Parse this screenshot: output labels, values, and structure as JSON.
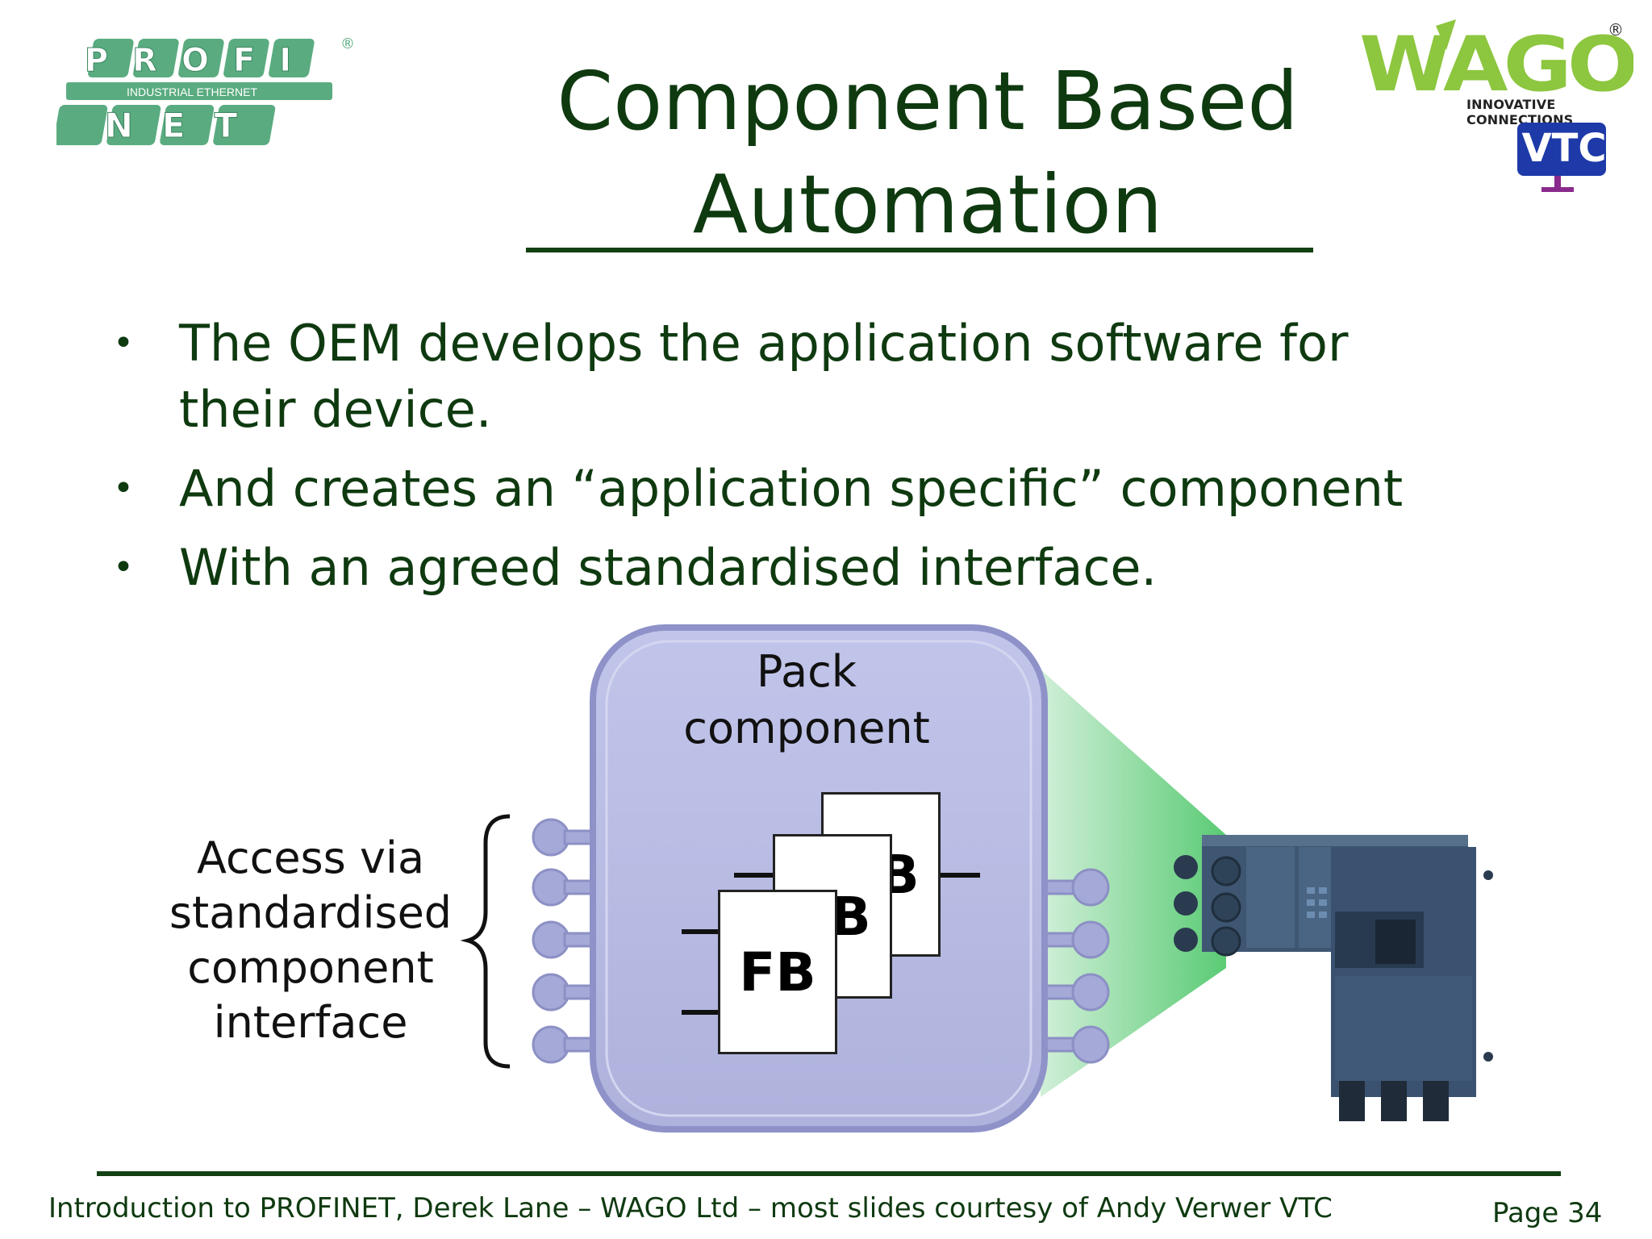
{
  "title": {
    "line1": "Component Based",
    "line2": "Automation"
  },
  "bullets": [
    "The OEM develops the application software for their device.",
    "And creates an “application specific” component",
    "With an agreed standardised interface."
  ],
  "bullet_glyph": "•",
  "diagram": {
    "pack_title_line1": "Pack",
    "pack_title_line2": "component",
    "fb_labels": [
      "FB",
      "FB",
      "FB"
    ],
    "access_line1": "Access via",
    "access_line2": "standardised",
    "access_line3": "component",
    "access_line4": "interface"
  },
  "logos": {
    "profinet_top": "PROFI",
    "profinet_band": "INDUSTRIAL ETHERNET",
    "profinet_bottom": "NET",
    "wago_text": "WAGO",
    "wago_sub": "INNOVATIVE CONNECTIONS",
    "vtc_text": "VTC",
    "registered": "®"
  },
  "footer": {
    "left": "Introduction to PROFINET, Derek Lane – WAGO Ltd – most slides courtesy of Andy Verwer VTC",
    "right": "Page 34"
  },
  "colors": {
    "title_green": "#0f3a10",
    "profinet_green": "#5aac80",
    "wago_green": "#8dc63f",
    "vtc_blue": "#1d3aa8",
    "pack_fill": "#b3b7e0",
    "device_blue": "#3e5672"
  }
}
